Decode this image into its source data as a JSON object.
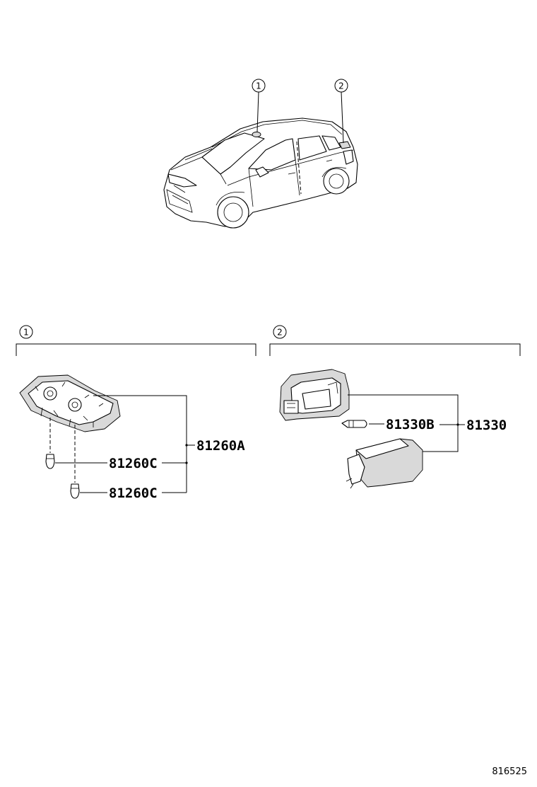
{
  "locations": [
    {
      "number": "1"
    },
    {
      "number": "2"
    }
  ],
  "sections": [
    {
      "number": "1"
    },
    {
      "number": "2"
    }
  ],
  "parts": {
    "dome_lamp_assy": "81260A",
    "dome_bulb_1": "81260C",
    "dome_bulb_2": "81260C",
    "luggage_lamp_bulb": "81330B",
    "luggage_lamp_assy": "81330"
  },
  "diagram_code": "816525"
}
